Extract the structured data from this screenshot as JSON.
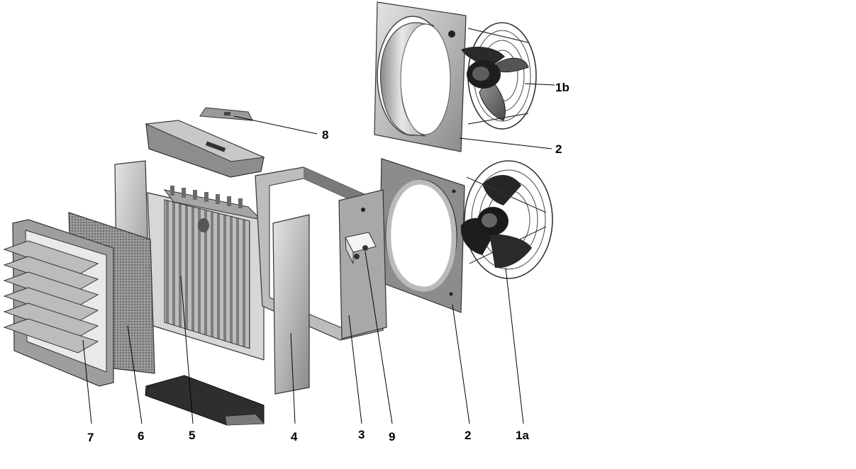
{
  "diagram": {
    "callouts": {
      "c1a": "1a",
      "c1b": "1b",
      "c2_top": "2",
      "c2_bottom": "2",
      "c3": "3",
      "c4": "4",
      "c5": "5",
      "c6": "6",
      "c7": "7",
      "c8": "8",
      "c9": "9"
    }
  }
}
